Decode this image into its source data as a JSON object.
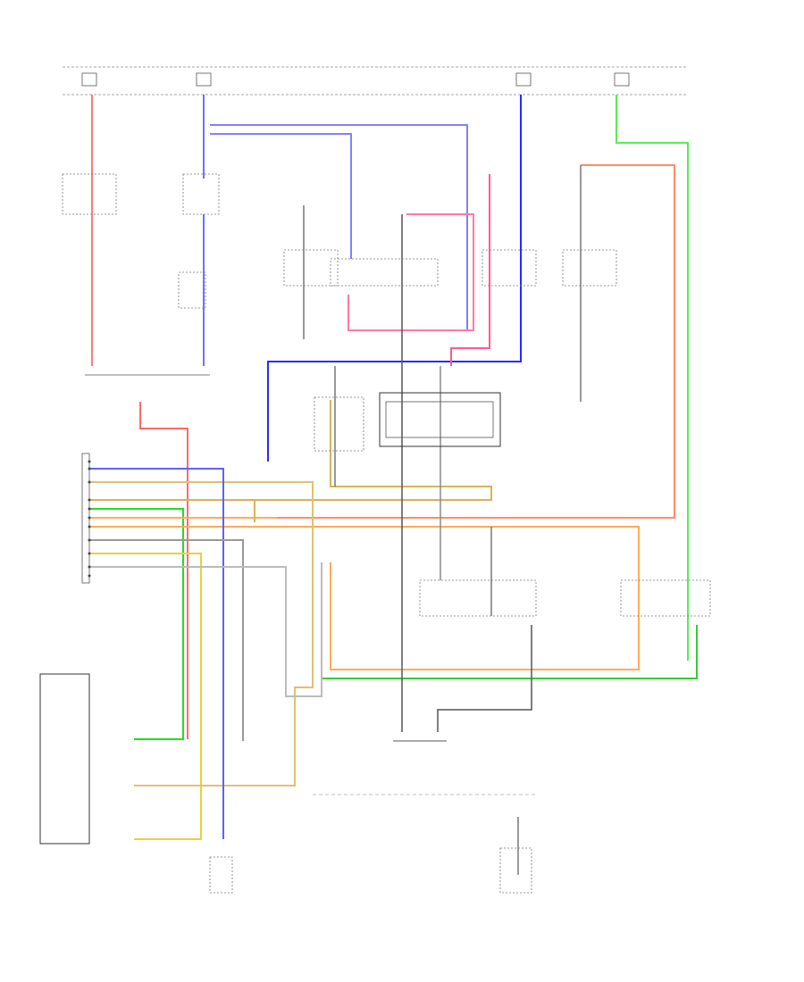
{
  "page": {
    "corner_label": "",
    "page_number": ""
  },
  "wire_colors": {
    "red": "#ff6a6a",
    "pink": "#ff8ab0",
    "blue": "#2a2aff",
    "violet": "#8080ff",
    "green": "#33dd33",
    "lightgreen": "#66ee66",
    "orange": "#ff9a3a",
    "yellow": "#e6d23a",
    "tan": "#d8b25a",
    "black": "#333333",
    "gray": "#9a9a9a"
  },
  "components": [
    {
      "id": "fuse-block",
      "label": ""
    },
    {
      "id": "thermal-switch",
      "label": ""
    },
    {
      "id": "brake-switch",
      "label": ""
    },
    {
      "id": "clutch-relay",
      "label": ""
    },
    {
      "id": "cruise-relay",
      "label": ""
    },
    {
      "id": "main-relay",
      "label": ""
    },
    {
      "id": "speed-sensor",
      "label": ""
    },
    {
      "id": "cruise-module",
      "label": ""
    },
    {
      "id": "control-unit-connector",
      "label": ""
    },
    {
      "id": "actuator",
      "label": ""
    },
    {
      "id": "main-switch",
      "label": ""
    },
    {
      "id": "transmission-switch",
      "label": ""
    },
    {
      "id": "ground",
      "label": ""
    }
  ]
}
